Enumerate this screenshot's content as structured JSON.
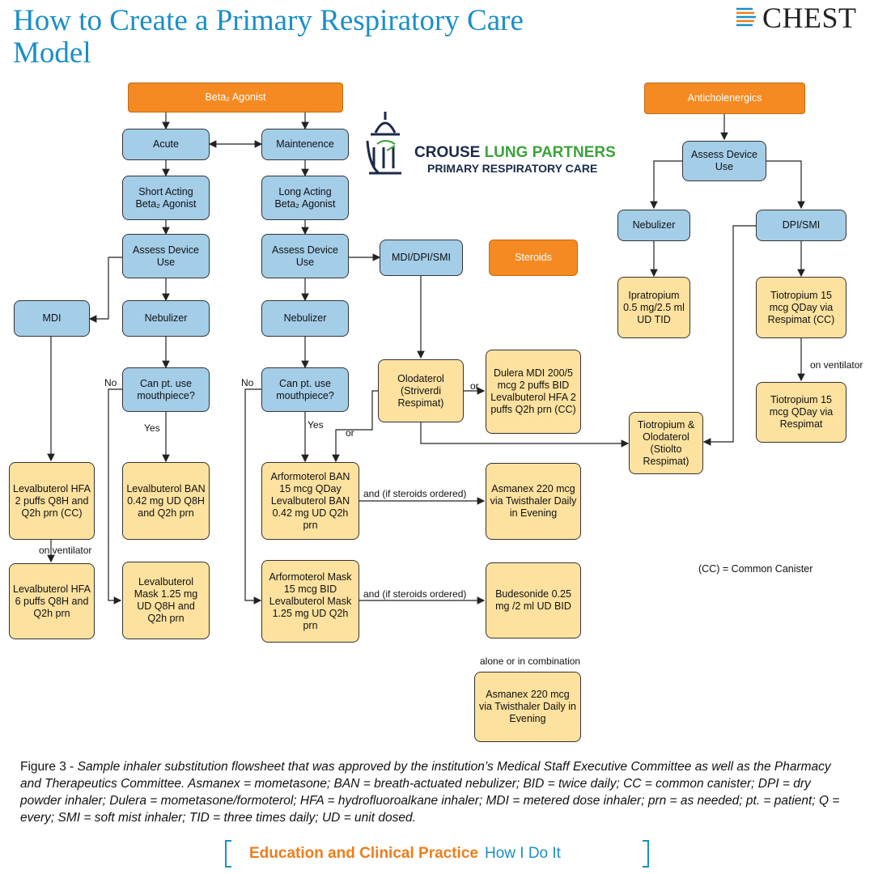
{
  "title": "How to Create a Primary Respiratory Care Model",
  "logo": {
    "name": "CHEST",
    "icon": "chest-stripes-icon"
  },
  "crouse": {
    "line1a": "CROUSE ",
    "line1b": "LUNG PARTNERS",
    "line2": "PRIMARY RESPIRATORY CARE",
    "icon": "building-icon"
  },
  "nodes": {
    "beta_agonist": "Beta₂ Agonist",
    "acute": "Acute",
    "maintenence": "Maintenence",
    "short_acting": "Short Acting Beta₂ Agonist",
    "long_acting": "Long Acting Beta₂ Agonist",
    "assess_device_1": "Assess Device Use",
    "assess_device_2": "Assess Device Use",
    "mdi": "MDI",
    "nebulizer_1": "Nebulizer",
    "nebulizer_2": "Nebulizer",
    "mdi_dpi_smi": "MDI/DPI/SMI",
    "steroids": "Steroids",
    "mouthpiece_1": "Can pt. use mouthpiece?",
    "mouthpiece_2": "Can pt. use mouthpiece?",
    "olodaterol": "Olodaterol (Striverdi Respimat)",
    "dulera": "Dulera MDI 200/5 mcg 2 puffs BID Levalbuterol HFA 2 puffs Q2h prn (CC)",
    "levalbuterol_hfa_1": "Levalbuterol HFA 2 puffs Q8H and Q2h prn (CC)",
    "levalbuterol_ban": "Levalbuterol BAN 0.42 mg UD Q8H and Q2h prn",
    "arformoterol_ban": "Arformoterol BAN 15 mcg QDay Levalbuterol BAN 0.42 mg UD Q2h prn",
    "asmanex_1": "Asmanex 220 mcg via Twisthaler Daily in Evening",
    "levalbuterol_hfa_2": "Levalbuterol HFA 6 puffs Q8H and Q2h prn",
    "levalbuterol_mask": "Levalbuterol Mask 1.25 mg UD Q8H and Q2h prn",
    "arformoterol_mask": "Arformoterol Mask 15 mcg BID Levalbuterol Mask 1.25 mg UD Q2h prn",
    "budesonide": "Budesonide 0.25 mg /2 ml UD BID",
    "asmanex_2": "Asmanex 220 mcg via Twisthaler Daily in Evening",
    "anticholenergics": "Anticholenergics",
    "assess_device_3": "Assess Device Use",
    "nebulizer_3": "Nebulizer",
    "dpi_smi": "DPI/SMI",
    "ipratropium": "Ipratropium 0.5 mg/2.5 ml UD TID",
    "tiotropium_1": "Tiotropium 15 mcg QDay via Respimat (CC)",
    "tiotropium_2": "Tiotropium 15 mcg QDay via Respimat",
    "tiotropium_olodaterol": "Tiotropium & Olodaterol (Stiolto Respimat)"
  },
  "labels": {
    "no_1": "No",
    "no_2": "No",
    "yes_1": "Yes",
    "yes_2": "Yes",
    "or_1": "or",
    "or_2": "or",
    "on_ventilator_1": "on ventilator",
    "on_ventilator_2": "on ventilator",
    "steroids_ordered_1": "and (if steroids ordered)",
    "steroids_ordered_2": "and (if steroids ordered)",
    "alone_combination": "alone or in combination",
    "cc_legend": "(CC) = Common Canister"
  },
  "caption": {
    "figure": "Figure 3 - ",
    "text": "Sample inhaler substitution flowsheet that was approved by the institution’s Medical Staff Executive Committee as well as the Pharmacy and Therapeutics Committee. Asmanex = mometasone; BAN = breath-actuated nebulizer; BID = twice daily; CC = common canister; DPI = dry powder inhaler; Dulera = mometasone/formoterol; HFA = hydrofluoroalkane inhaler; MDI = metered dose inhaler; prn = as needed; pt. = patient; Q = every; SMI = soft mist inhaler; TID = three times daily; UD = unit dosed."
  },
  "footer": {
    "section": "Education and Clinical Practice",
    "series": "How I Do It"
  },
  "colors": {
    "title": "#1a8fc7",
    "orange": "#f58a22",
    "blue_box": "#a4cde8",
    "yellow_box": "#fde19f",
    "footer_orange": "#ee7d1c"
  }
}
